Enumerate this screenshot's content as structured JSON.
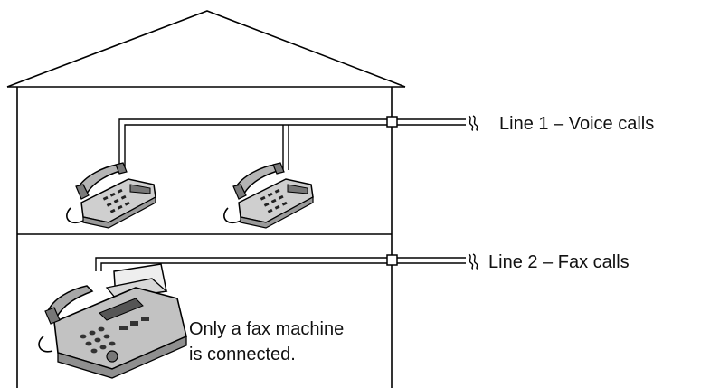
{
  "lines": [
    {
      "label": "Line 1 – Voice calls"
    },
    {
      "label": "Line 2 – Fax calls"
    }
  ],
  "note": {
    "line1": "Only a fax machine",
    "line2": "is connected."
  },
  "icons": {
    "house": "house-outline-icon",
    "phone": "desk-telephone-icon",
    "fax": "fax-machine-icon",
    "break": "cable-break-icon"
  },
  "colors": {
    "stroke": "#000000",
    "device_fill": "#bdbdbd",
    "device_dark": "#8a8a8a",
    "background": "#ffffff"
  }
}
